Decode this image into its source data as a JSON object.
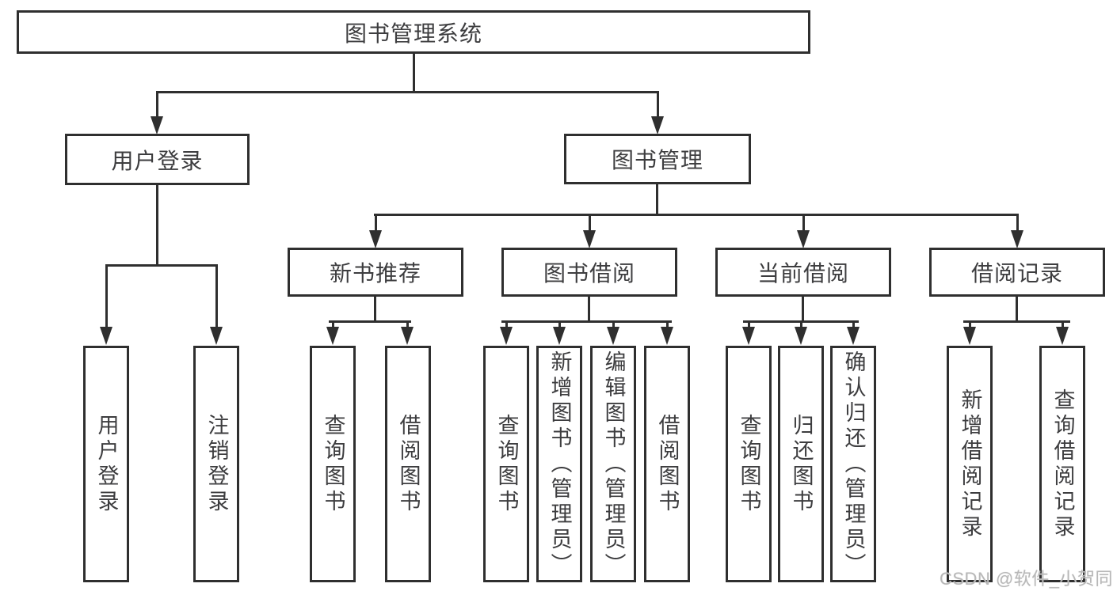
{
  "diagram": {
    "type": "hierarchy-tree",
    "colors": {
      "line": "#2f2f2f",
      "text": "#3d3d3f",
      "box_background": "#ffffff",
      "page_background": "#ffffff",
      "watermark": "#b8b8b8"
    },
    "watermark": "CSDN @软件_小贺同学",
    "tree": {
      "label": "图书管理系统",
      "children": [
        {
          "label": "用户登录",
          "children": [
            {
              "label": "用户登录"
            },
            {
              "label": "注销登录"
            }
          ]
        },
        {
          "label": "图书管理",
          "children": [
            {
              "label": "新书推荐",
              "children": [
                {
                  "label": "查询图书"
                },
                {
                  "label": "借阅图书"
                }
              ]
            },
            {
              "label": "图书借阅",
              "children": [
                {
                  "label": "查询图书"
                },
                {
                  "label": "新增图书（管理员）"
                },
                {
                  "label": "编辑图书（管理员）"
                },
                {
                  "label": "借阅图书"
                }
              ]
            },
            {
              "label": "当前借阅",
              "children": [
                {
                  "label": "查询图书"
                },
                {
                  "label": "归还图书"
                },
                {
                  "label": "确认归还（管理员）"
                }
              ]
            },
            {
              "label": "借阅记录",
              "children": [
                {
                  "label": "新增借阅记录"
                },
                {
                  "label": "查询借阅记录"
                }
              ]
            }
          ]
        }
      ]
    }
  }
}
